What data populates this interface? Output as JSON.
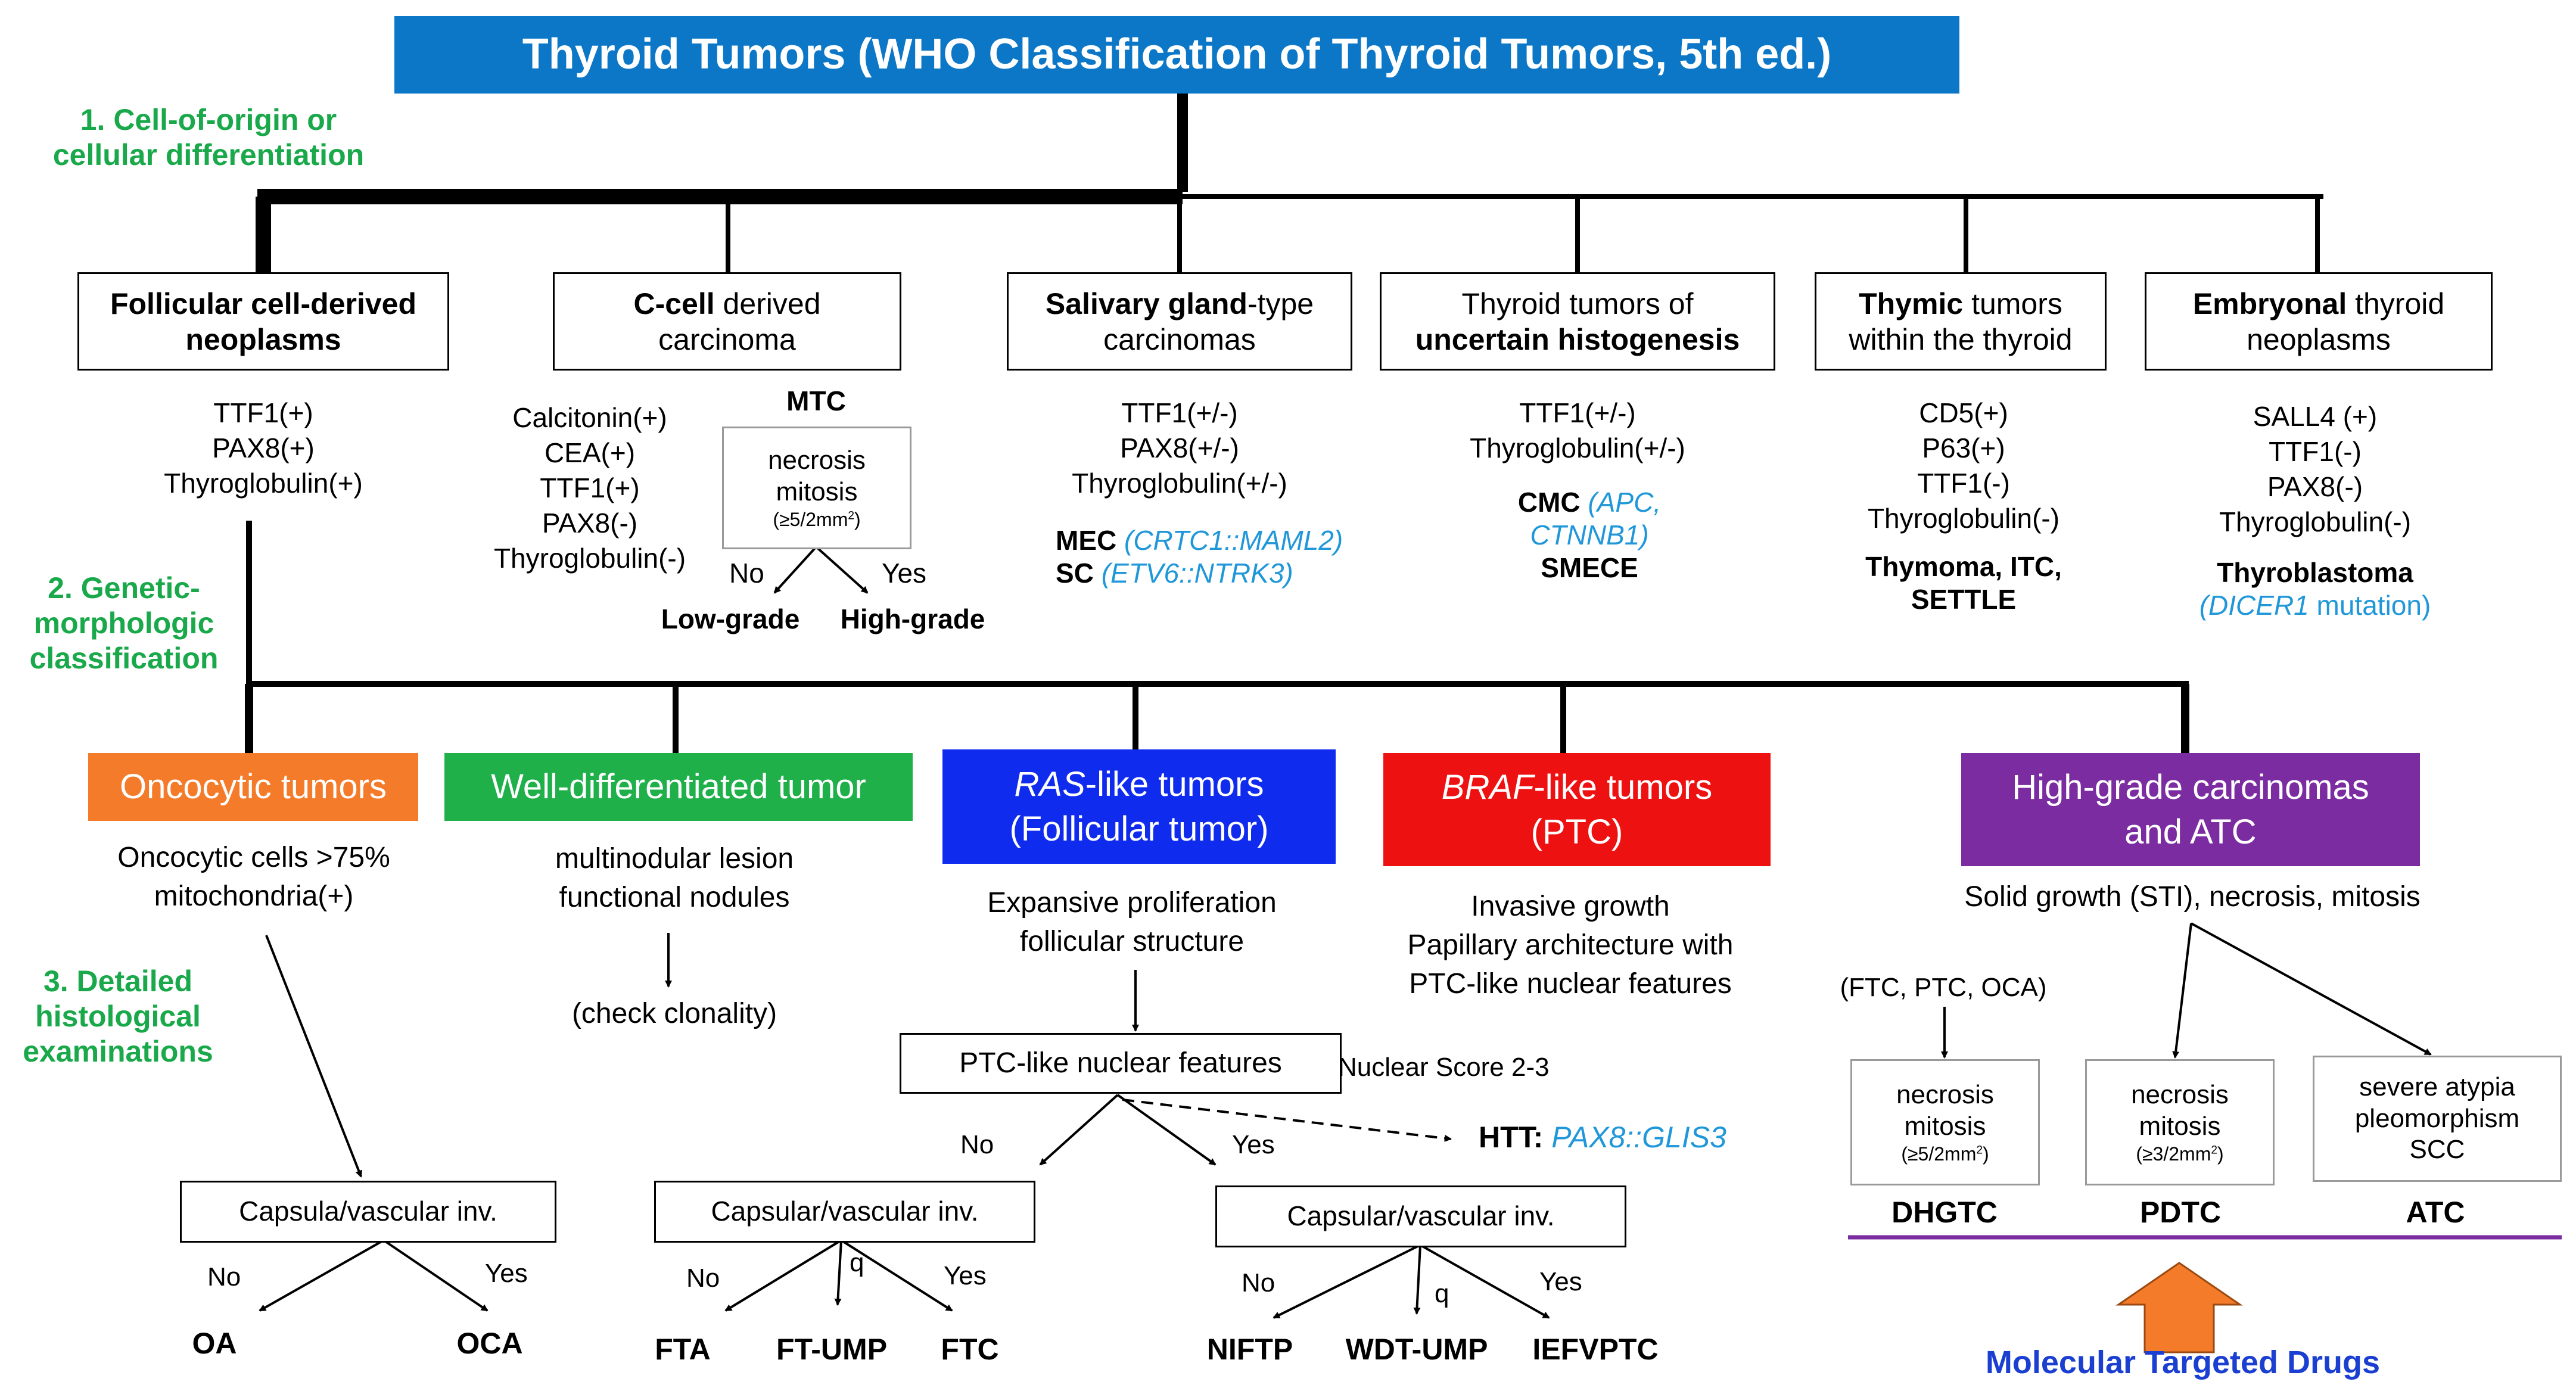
{
  "title": "Thyroid Tumors (WHO Classification of Thyroid Tumors, 5th ed.)",
  "levels": {
    "l1": [
      "1. Cell-of-origin or",
      "cellular differentiation"
    ],
    "l2": [
      "2. Genetic-",
      "morphologic",
      "classification"
    ],
    "l3": [
      "3. Detailed",
      "histological",
      "examinations"
    ]
  },
  "origin": {
    "follicular": {
      "b1": "Follicular cell-derived",
      "b2": "neoplasms",
      "markers": [
        "TTF1(+)",
        "PAX8(+)",
        "Thyroglobulin(+)"
      ]
    },
    "ccell": {
      "b": "C-cell",
      "n1": " derived",
      "n2": "carcinoma",
      "markers": [
        "Calcitonin(+)",
        "CEA(+)",
        "TTF1(+)",
        "PAX8(-)",
        "Thyroglobulin(-)"
      ],
      "mtc": "MTC",
      "box": [
        "necrosis",
        "mitosis"
      ],
      "crit": "(≥5/2mm",
      "crit_sup": "2",
      "crit_end": ")",
      "no": "No",
      "yes": "Yes",
      "low": "Low-grade",
      "high": "High-grade"
    },
    "salivary": {
      "b": "Salivary gland",
      "n1": "-type",
      "n2": "carcinomas",
      "markers": [
        "TTF1(+/-)",
        "PAX8(+/-)",
        "Thyroglobulin(+/-)"
      ],
      "mec": "MEC",
      "mec_gene": "(CRTC1::MAML2)",
      "sc": "SC",
      "sc_gene": "(ETV6::NTRK3)"
    },
    "uncertain": {
      "n1": "Thyroid tumors of",
      "b2": "uncertain histogenesis",
      "markers": [
        "TTF1(+/-)",
        "Thyroglobulin(+/-)"
      ],
      "cmc": "CMC",
      "cmc_gene1": "(APC,",
      "cmc_gene2": "CTNNB1)",
      "smece": "SMECE"
    },
    "thymic": {
      "b": "Thymic",
      "n1": " tumors",
      "n2": "within the thyroid",
      "markers": [
        "CD5(+)",
        "P63(+)",
        "TTF1(-)",
        "Thyroglobulin(-)"
      ],
      "types1": "Thymoma, ITC,",
      "types2": "SETTLE"
    },
    "embryonal": {
      "b": "Embryonal",
      "n1": " thyroid",
      "n2": "neoplasms",
      "markers": [
        "SALL4 (+)",
        "TTF1(-)",
        "PAX8(-)",
        "Thyroglobulin(-)"
      ],
      "type": "Thyroblastoma",
      "gene": "(DICER1",
      "gene_end": " mutation)"
    }
  },
  "colors": {
    "title_bg": "#0b77c6",
    "onco": "#f47b2a",
    "wdt": "#1fb04a",
    "ras": "#0f2bee",
    "braf": "#ee1111",
    "high": "#7b2ca0",
    "green_text": "#19a84a",
    "gene_blue": "#1f97d9",
    "drugs": "#1b3fd0",
    "arrow": "#f47b2a",
    "purple_line": "#7b2ca0"
  },
  "genetic": {
    "onco": {
      "label": "Oncocytic tumors",
      "desc": [
        "Oncocytic cells >75%",
        "mitochondria(+)"
      ],
      "box": "Capsula/vascular inv.",
      "no": "No",
      "yes": "Yes",
      "r1": "OA",
      "r2": "OCA"
    },
    "wdt": {
      "label": "Well-differentiated tumor",
      "desc": [
        "multinodular lesion",
        "functional nodules"
      ],
      "check": "(check clonality)"
    },
    "ras": {
      "label1_i": "RAS",
      "label1": "-like tumors",
      "label2": "(Follicular tumor)",
      "desc": [
        "Expansive proliferation",
        "follicular structure"
      ],
      "ptc_box": "PTC-like nuclear features",
      "score": "Nuclear Score 2-3",
      "no": "No",
      "yes": "Yes",
      "htt": "HTT:",
      "htt_gene": "PAX8::GLIS3",
      "left_box": "Capsular/vascular inv.",
      "left_no": "No",
      "left_q": "q",
      "left_yes": "Yes",
      "left_r": [
        "FTA",
        "FT-UMP",
        "FTC"
      ],
      "right_box": "Capsular/vascular inv.",
      "right_no": "No",
      "right_q": "q",
      "right_yes": "Yes",
      "right_r": [
        "NIFTP",
        "WDT-UMP",
        "IEFVPTC"
      ]
    },
    "braf": {
      "label1_i": "BRAF",
      "label1": "-like tumors",
      "label2": "(PTC)",
      "desc": [
        "Invasive growth",
        "Papillary architecture with",
        "PTC-like nuclear features"
      ]
    },
    "high": {
      "label1": "High-grade carcinomas",
      "label2": "and ATC",
      "desc": "Solid growth (STI), necrosis, mitosis",
      "sub": "(FTC, PTC, OCA)",
      "box1": [
        "necrosis",
        "mitosis"
      ],
      "box1_crit": "(≥5/2mm",
      "box1_sup": "2",
      "box1_end": ")",
      "box2": [
        "necrosis",
        "mitosis"
      ],
      "box2_crit": "(≥3/2mm",
      "box2_sup": "2",
      "box2_end": ")",
      "box3": [
        "severe atypia",
        "pleomorphism",
        "SCC"
      ],
      "r": [
        "DHGTC",
        "PDTC",
        "ATC"
      ],
      "drugs": "Molecular Targeted Drugs"
    }
  }
}
